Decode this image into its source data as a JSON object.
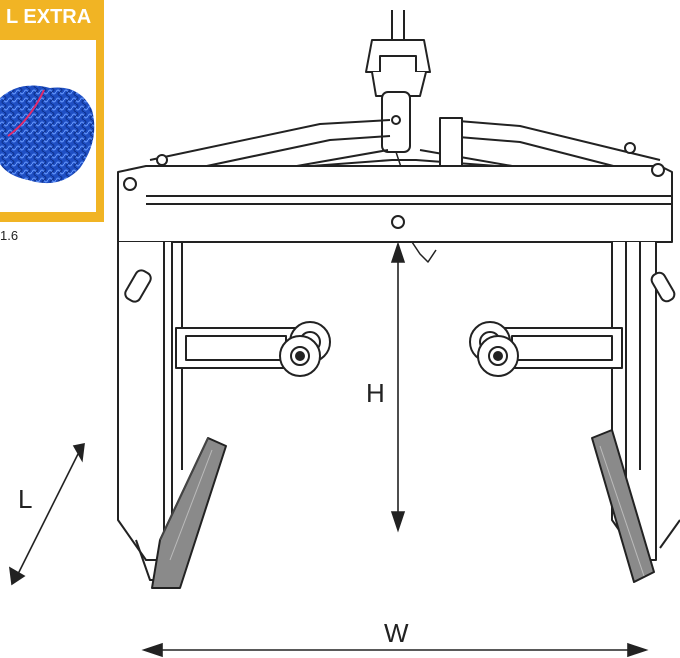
{
  "inset": {
    "title": "L EXTRA",
    "caption": "1.6",
    "frame_color": "#f1b424",
    "net_color": "#1f4fc4"
  },
  "dimensions": {
    "height_label": "H",
    "width_label": "W",
    "length_label": "L"
  }
}
